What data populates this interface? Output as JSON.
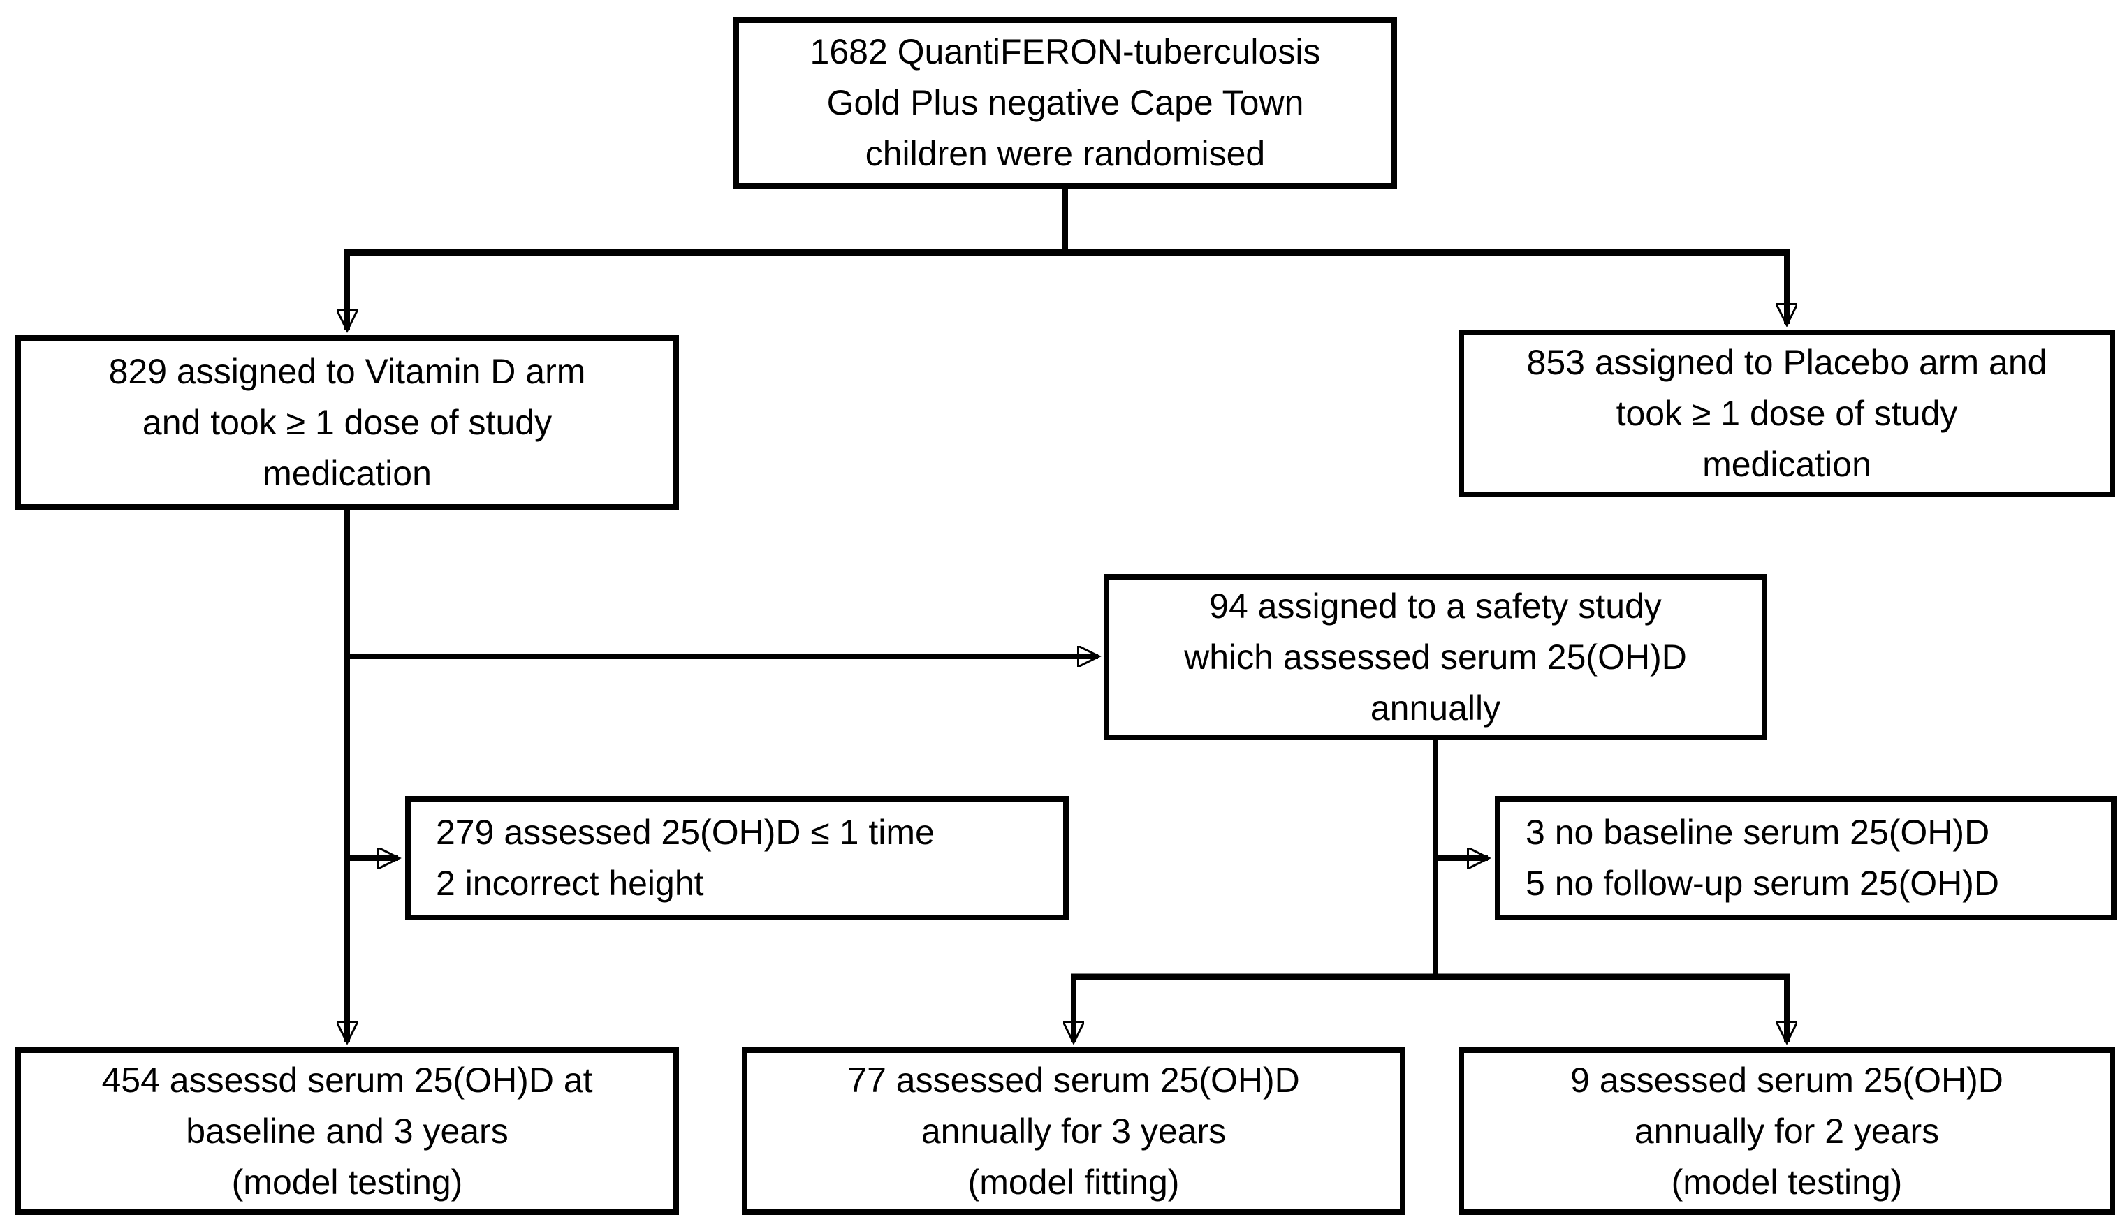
{
  "figure": {
    "background_color": "#ffffff",
    "box_border_color": "#000000",
    "text_color": "#000000",
    "boxes": {
      "randomised": {
        "text": "1682 QuantiFERON-tuberculosis\nGold Plus negative Cape Town\nchildren were randomised"
      },
      "vitamin_d_arm": {
        "text": "829 assigned to Vitamin D arm\nand took ≥ 1 dose of study\nmedication"
      },
      "placebo_arm": {
        "text": "853 assigned to Placebo arm and\ntook ≥ 1 dose of study\nmedication"
      },
      "safety_study": {
        "text": "94 assigned to a safety study\nwhich assessed serum 25(OH)D\nannually"
      },
      "vitamin_d_exclusions": {
        "text": "279 assessed 25(OH)D ≤ 1 time\n2 incorrect height"
      },
      "safety_exclusions": {
        "text": "3 no baseline serum 25(OH)D\n5 no follow-up serum 25(OH)D"
      },
      "model_testing_454": {
        "text": "454 assessd serum 25(OH)D at\nbaseline and 3 years\n(model testing)"
      },
      "model_fitting_77": {
        "text": "77 assessed serum 25(OH)D\nannually for 3 years\n(model fitting)"
      },
      "model_testing_9": {
        "text": "9 assessed serum 25(OH)D\nannually for 2 years\n(model testing)"
      }
    }
  }
}
